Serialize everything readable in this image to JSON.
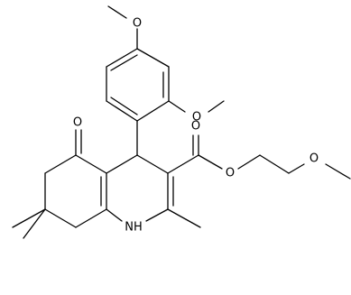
{
  "molecule": {
    "atom_labels": {
      "o_top_methoxy": "O",
      "o_ortho_methoxy": "O",
      "o_ketone": "O",
      "o_ester_carbonyl": "O",
      "o_ester": "O",
      "o_ether": "O",
      "nh": "NH"
    }
  },
  "colors": {
    "bond": "#000000",
    "label": "#000000",
    "background": "#ffffff"
  }
}
